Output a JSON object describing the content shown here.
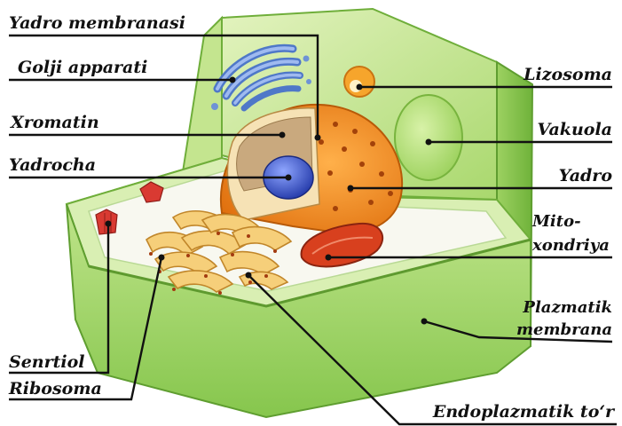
{
  "labels": {
    "yadro_membranasi": "Yadro membranasi",
    "golji_apparati": "Golji apparati",
    "xromatin": "Xromatin",
    "yadrocha": "Yadrocha",
    "senrtiol": "Senrtiol",
    "ribosoma": "Ribosoma",
    "lizosoma": "Lizosoma",
    "vakuola": "Vakuola",
    "yadro": "Yadro",
    "mitoxondriya_line1": "Mito-",
    "mitoxondriya_line2": "xondriya",
    "plazmatik_membrana_line1": "Plazmatik",
    "plazmatik_membrana_line2": "membrana",
    "endoplazmatik_tor": "Endoplazmatik to‘r"
  },
  "colors": {
    "cell_wall_light": "#cfe9a0",
    "cell_wall_mid": "#a8d66a",
    "cell_wall_dark": "#7fbf44",
    "cytoplasm": "#f7f7ee",
    "nucleus": "#f08a1e",
    "chromatin": "#c8a97a",
    "nucleolus": "#3a55c8",
    "golgi": "#6e93d6",
    "mitochondria": "#d8401e",
    "er": "#f3c46a",
    "centriole": "#d93a32",
    "vacuole": "#b6e07a"
  }
}
